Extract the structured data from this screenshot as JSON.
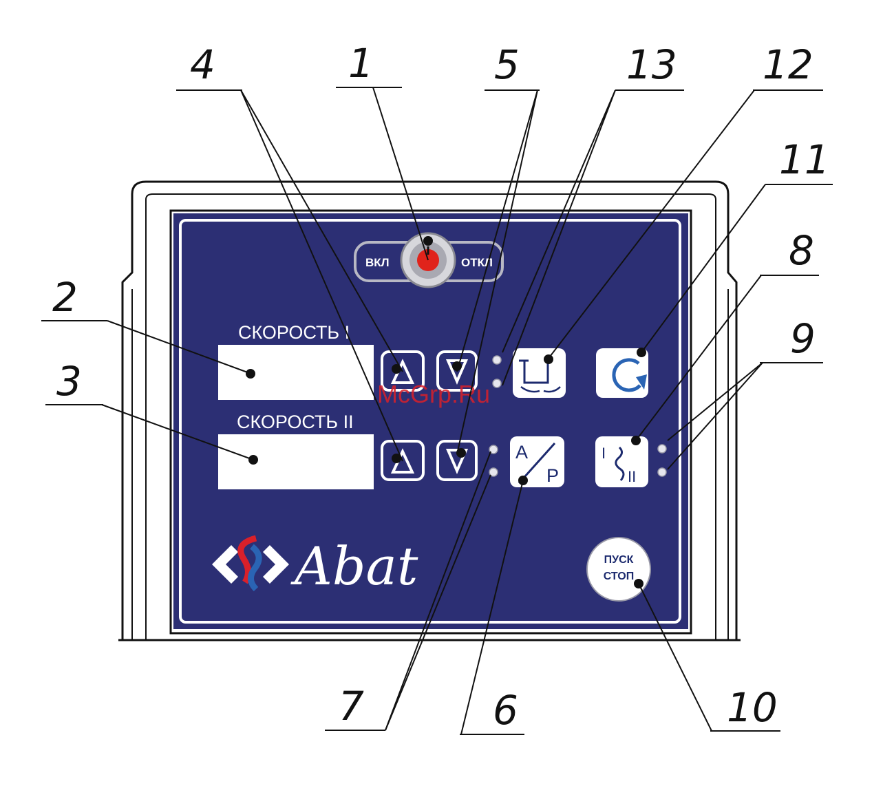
{
  "panel": {
    "switch_on_label": "ВКЛ",
    "switch_off_label": "ОТКЛ",
    "speed1_label": "СКОРОСТЬ I",
    "speed2_label": "СКОРОСТЬ II",
    "brand_name": "Abat",
    "mode_button_top": "A",
    "mode_button_bottom": "P",
    "shift_button_left": "I",
    "shift_button_right": "II",
    "start_label_line1": "ПУСК",
    "start_label_line2": "СТОП"
  },
  "callouts": [
    "1",
    "2",
    "3",
    "4",
    "5",
    "6",
    "7",
    "8",
    "9",
    "10",
    "11",
    "12",
    "13"
  ],
  "watermark": "McGrp.Ru",
  "colors": {
    "panel_navy": "#2c2f74",
    "button_face": "#ffffff",
    "knob_red": "#e0231b",
    "brand_red": "#d9202a",
    "brand_blue": "#2a64b4"
  }
}
